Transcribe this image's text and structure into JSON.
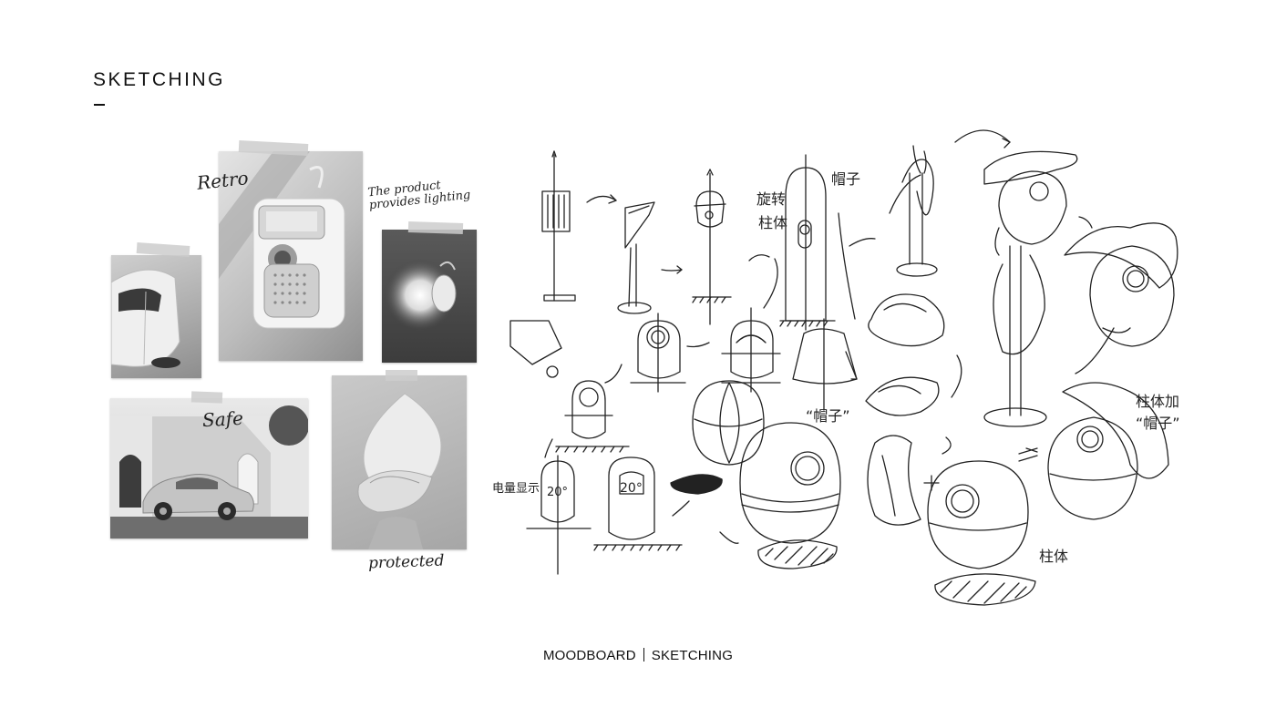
{
  "header": {
    "title": "SKETCHING"
  },
  "moodboard": {
    "notes": {
      "retro": "Retro",
      "lighting": "The product provides lighting",
      "safe": "Safe",
      "protected": "protected"
    },
    "photos": [
      {
        "subject": "retro car"
      },
      {
        "subject": "retro speaker"
      },
      {
        "subject": "wall lamp"
      },
      {
        "subject": "classic car and building"
      },
      {
        "subject": "protective hat"
      }
    ]
  },
  "sketches": {
    "annotations": {
      "rotate_post": "旋转",
      "post": "柱体",
      "hat": "帽子",
      "hat_quoted": "“帽子”",
      "battery": "电量显示",
      "display": "20°",
      "post_bottom": "柱体",
      "post_add_hat": "柱体加",
      "hat_quoted_2": "“帽子”"
    }
  },
  "footer": {
    "left": "MOODBOARD",
    "right": "SKETCHING"
  },
  "colors": {
    "text": "#111111",
    "sketch_ink": "#222222",
    "tape": "#cfcfcf"
  }
}
